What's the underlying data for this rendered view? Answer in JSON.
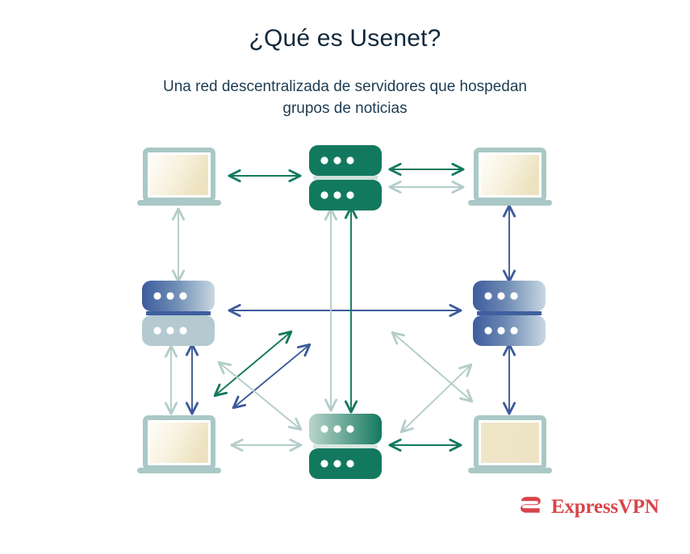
{
  "page": {
    "title": "¿Qué es Usenet?",
    "subtitle": "Una red descentralizada de servidores que hospedan grupos de noticias",
    "background": "#ffffff"
  },
  "brand": {
    "name": "ExpressVPN",
    "logo_color": "#d8454a",
    "mark": "express-vpn-e-mark"
  },
  "palette": {
    "green": "#12795e",
    "green_light": "#9ec4bb",
    "pale_teal": "#b7cfcb",
    "navy": "#3c5a9a",
    "navy_dark": "#3a5795",
    "blue_gradient_start": "#3f5f9e",
    "blue_gradient_end": "#c5d6e0",
    "server_pale_blue": "#b4cad0",
    "laptop_frame": "#a9c8c6",
    "laptop_screen_start": "#fdfcf6",
    "laptop_screen_end": "#efe6c8",
    "title_color": "#13283b",
    "subtitle_color": "#1d3c52"
  },
  "diagram": {
    "type": "network-topology",
    "description": "Decentralized mesh of six nodes: four laptops at the corners and servers at top-center, left-middle, right-middle and bottom-center, connected by bidirectional arrows.",
    "nodes": [
      {
        "id": "laptop-top-left",
        "kind": "laptop",
        "position": "top-left",
        "screen": "cream-gradient"
      },
      {
        "id": "server-top-center",
        "kind": "server",
        "position": "top-center",
        "style": "solid-green",
        "units": 2,
        "dots_per_unit": 3
      },
      {
        "id": "laptop-top-right",
        "kind": "laptop",
        "position": "top-right",
        "screen": "cream-gradient"
      },
      {
        "id": "server-middle-left",
        "kind": "server",
        "position": "middle-left",
        "style": "blue-gradient-top-pale-bottom",
        "units": 2,
        "dots_per_unit": 3
      },
      {
        "id": "server-middle-right",
        "kind": "server",
        "position": "middle-right",
        "style": "blue-gradient-both",
        "units": 2,
        "dots_per_unit": 3
      },
      {
        "id": "laptop-bottom-left",
        "kind": "laptop",
        "position": "bottom-left",
        "screen": "cream-gradient"
      },
      {
        "id": "server-bottom-center",
        "kind": "server",
        "position": "bottom-center",
        "style": "pale-green-gradient-top-solid-green-bottom",
        "units": 2,
        "dots_per_unit": 3
      },
      {
        "id": "laptop-bottom-right",
        "kind": "laptop",
        "position": "bottom-right",
        "screen": "flat-beige"
      }
    ],
    "connections": [
      {
        "from": "laptop-top-left",
        "to": "server-top-center",
        "color": "green",
        "arrows": "both"
      },
      {
        "from": "server-top-center",
        "to": "laptop-top-right",
        "color": "green",
        "arrows": "both"
      },
      {
        "from": "server-top-center",
        "to": "laptop-top-right",
        "color": "pale",
        "arrows": "both"
      },
      {
        "from": "laptop-top-left",
        "to": "server-middle-left",
        "color": "pale",
        "arrows": "both"
      },
      {
        "from": "laptop-top-right",
        "to": "server-middle-right",
        "color": "navy",
        "arrows": "both"
      },
      {
        "from": "server-middle-left",
        "to": "server-top-center",
        "color": "green",
        "arrows": "both"
      },
      {
        "from": "server-middle-left",
        "to": "server-top-center",
        "color": "navy",
        "arrows": "both"
      },
      {
        "from": "server-top-center",
        "to": "server-middle-right",
        "color": "pale",
        "arrows": "both"
      },
      {
        "from": "server-middle-left",
        "to": "server-middle-right",
        "color": "navy",
        "arrows": "both"
      },
      {
        "from": "server-top-center",
        "to": "server-bottom-center",
        "color": "green",
        "arrows": "both"
      },
      {
        "from": "server-top-center",
        "to": "server-bottom-center",
        "color": "pale",
        "arrows": "both"
      },
      {
        "from": "server-middle-left",
        "to": "server-bottom-center",
        "color": "pale",
        "arrows": "both"
      },
      {
        "from": "server-bottom-center",
        "to": "server-middle-right",
        "color": "pale",
        "arrows": "both"
      },
      {
        "from": "server-middle-left",
        "to": "laptop-bottom-left",
        "color": "pale",
        "arrows": "both"
      },
      {
        "from": "server-middle-left",
        "to": "laptop-bottom-left",
        "color": "navy",
        "arrows": "both"
      },
      {
        "from": "server-middle-right",
        "to": "laptop-bottom-right",
        "color": "navy",
        "arrows": "both"
      },
      {
        "from": "laptop-bottom-left",
        "to": "server-bottom-center",
        "color": "pale",
        "arrows": "both"
      },
      {
        "from": "server-bottom-center",
        "to": "laptop-bottom-right",
        "color": "green",
        "arrows": "both"
      }
    ]
  }
}
